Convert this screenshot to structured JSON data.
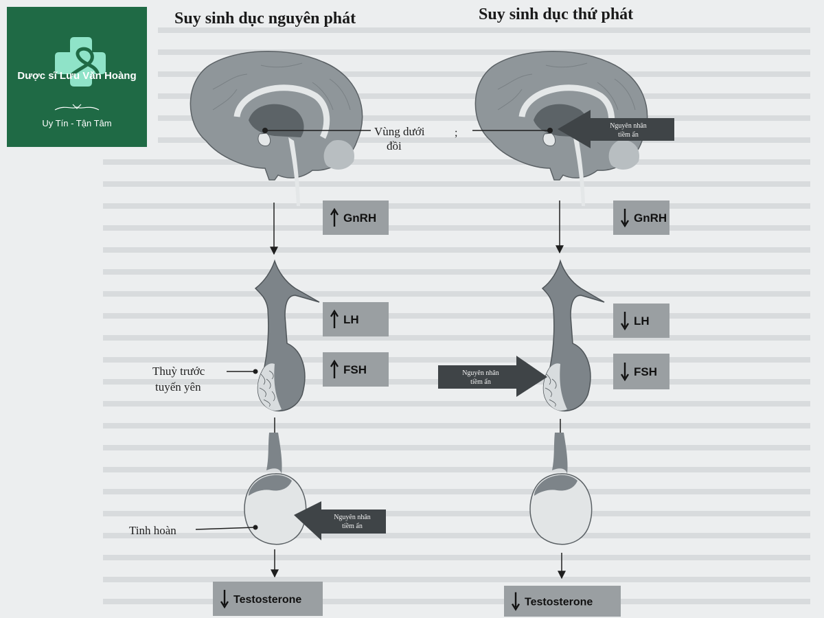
{
  "logo": {
    "brand_name": "Dược sĩ Lưu Văn Hoàng",
    "slogan": "Uy Tín - Tận Tâm",
    "colors": {
      "background": "#1f6a45",
      "mint": "#8fe3c8",
      "text": "#ffffff"
    }
  },
  "diagram": {
    "left": {
      "title": "Suy sinh dục nguyên phát",
      "hypothalamus_label_line1": "Vùng dưới",
      "hypothalamus_label_line2": "đồi",
      "pituitary_label_line1": "Thuỳ trước",
      "pituitary_label_line2": "tuyến yên",
      "testis_label": "Tinh hoàn",
      "hormones": [
        {
          "name": "GnRH",
          "direction": "up"
        },
        {
          "name": "LH",
          "direction": "up"
        },
        {
          "name": "FSH",
          "direction": "up"
        },
        {
          "name": "Testosterone",
          "direction": "down"
        }
      ],
      "cause_arrow": {
        "line1": "Nguyên nhân",
        "line2": "tiềm ẩn",
        "target": "testis"
      }
    },
    "right": {
      "title": "Suy sinh dục thứ phát",
      "hormones": [
        {
          "name": "GnRH",
          "direction": "down"
        },
        {
          "name": "LH",
          "direction": "down"
        },
        {
          "name": "FSH",
          "direction": "down"
        },
        {
          "name": "Testosterone",
          "direction": "down"
        }
      ],
      "cause_arrows": [
        {
          "line1": "Nguyên nhân",
          "line2": "tiềm ẩn",
          "target": "hypothalamus"
        },
        {
          "line1": "Nguyên nhân",
          "line2": "tiềm ẩn",
          "target": "pituitary"
        }
      ]
    },
    "colors": {
      "brain": "#8f969a",
      "brain_light": "#e4e7e8",
      "gland": "#7d8489",
      "box_fill": "#9a9fa2",
      "arrow_fill": "#3f4447",
      "line": "#1e1e1e"
    }
  }
}
